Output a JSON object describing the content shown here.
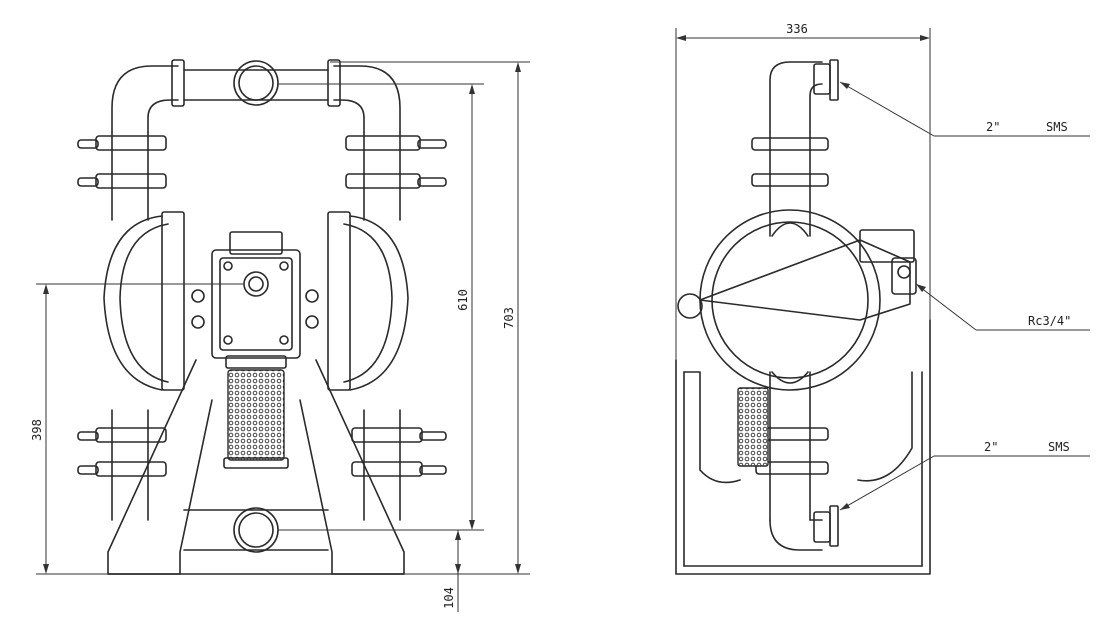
{
  "front_view": {
    "dim_height_total": "703",
    "dim_height_ports": "610",
    "dim_height_air_inlet": "398",
    "dim_height_outlet_base": "104"
  },
  "side_view": {
    "dim_width": "336",
    "outlet_label_size": "2\"",
    "outlet_label_standard": "SMS",
    "air_label": "Rc3/4\"",
    "inlet_label_size": "2\"",
    "inlet_label_standard": "SMS"
  }
}
